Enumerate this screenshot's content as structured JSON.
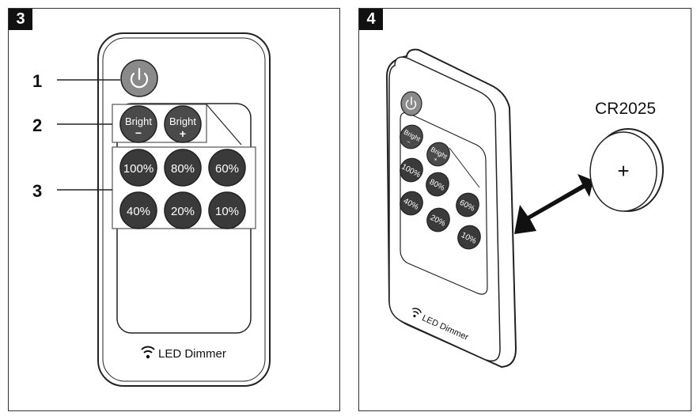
{
  "panels": [
    {
      "number": "3"
    },
    {
      "number": "4"
    }
  ],
  "callouts": [
    "1",
    "2",
    "3"
  ],
  "remote": {
    "bright_label": "Bright",
    "minus_sign": "−",
    "plus_sign": "+",
    "levels_row1": [
      "100%",
      "80%",
      "60%"
    ],
    "levels_row2": [
      "40%",
      "20%",
      "10%"
    ],
    "brand_text": "LED Dimmer"
  },
  "battery": {
    "model": "CR2025",
    "polarity": "+"
  },
  "icons": [
    "power-icon",
    "wireless-signal-icon",
    "double-arrow-icon"
  ],
  "colors": {
    "button_fill": "#3a3a3a",
    "power_fill": "#8a8a8a",
    "outline": "#222222",
    "text_light": "#ffffff"
  }
}
